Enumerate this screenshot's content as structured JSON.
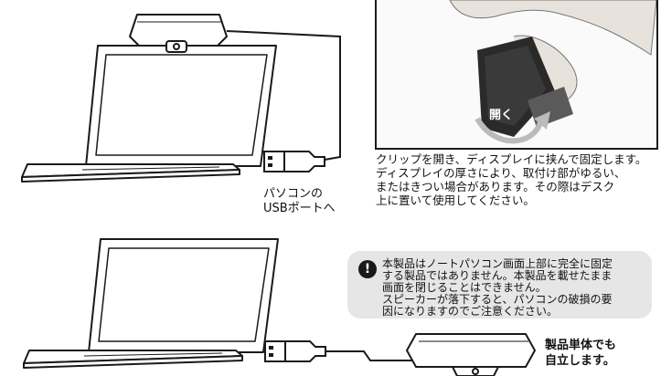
{
  "photo": {
    "open_label": "開く"
  },
  "caption": {
    "lines": [
      "クリップを開き、ディスプレイに挟んで固定します。",
      "ディスプレイの厚さにより、取付け部がゆるい、",
      "またはきつい場合があります。その際はデスク",
      "上に置いて使用してください。"
    ]
  },
  "usb_label": {
    "lines": [
      "パソコンの",
      "USBポートへ"
    ]
  },
  "notice": {
    "icon_char": "!",
    "lines": [
      "本製品はノートパソコン画面上部に完全に固定",
      "する製品ではありません。本製品を載せたまま",
      "画面を閉じることはできません。",
      "スピーカーが落下すると、パソコンの破損の要",
      "因になりますのでご注意ください。"
    ]
  },
  "standalone_label": {
    "lines": [
      "製品単体でも",
      "自立します。"
    ]
  }
}
